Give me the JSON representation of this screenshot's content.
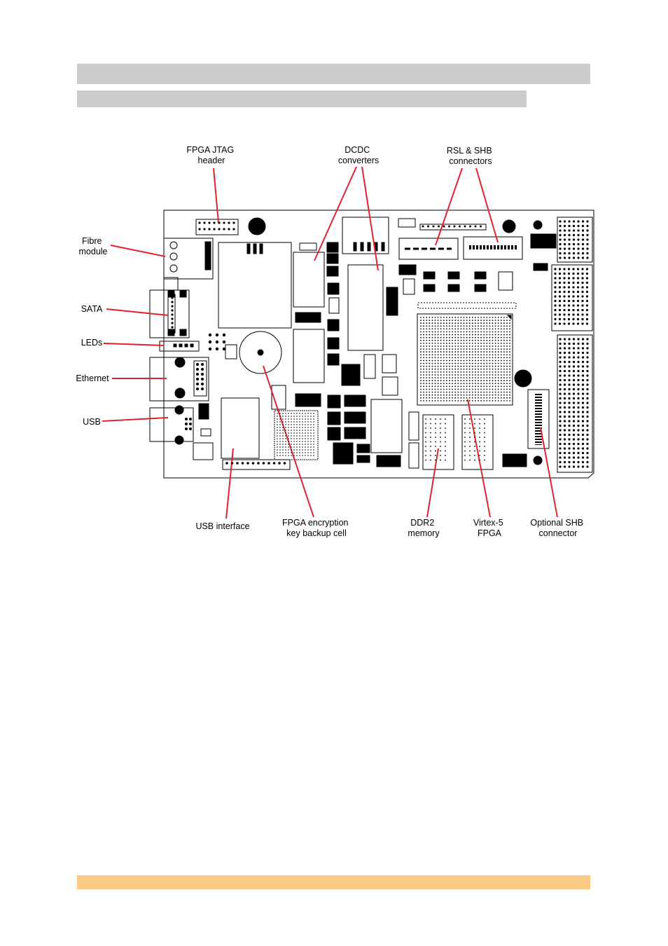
{
  "colors": {
    "heading_bar": "#cccccc",
    "subheading_bar": "#cccccc",
    "footer_bar": "#fdca86",
    "board_line": "#000000",
    "callout_line": "#e0242b"
  },
  "figure": {
    "labels": {
      "fpga_jtag": [
        "FPGA JTAG",
        "header"
      ],
      "dcdc": [
        "DCDC",
        "converters"
      ],
      "rsl_shb": [
        "RSL & SHB",
        "connectors"
      ],
      "fibre": [
        "Fibre",
        "module"
      ],
      "sata": [
        "SATA"
      ],
      "leds": [
        "LEDs"
      ],
      "ethernet": [
        "Ethernet"
      ],
      "usb": [
        "USB"
      ],
      "usb_interface": [
        "USB interface"
      ],
      "fpga_encryption": [
        "FPGA encryption",
        "key backup cell"
      ],
      "ddr2": [
        "DDR2",
        "memory"
      ],
      "virtex5": [
        "Virtex-5",
        "FPGA"
      ],
      "optional_shb": [
        "Optional SHB",
        "connector"
      ]
    }
  }
}
